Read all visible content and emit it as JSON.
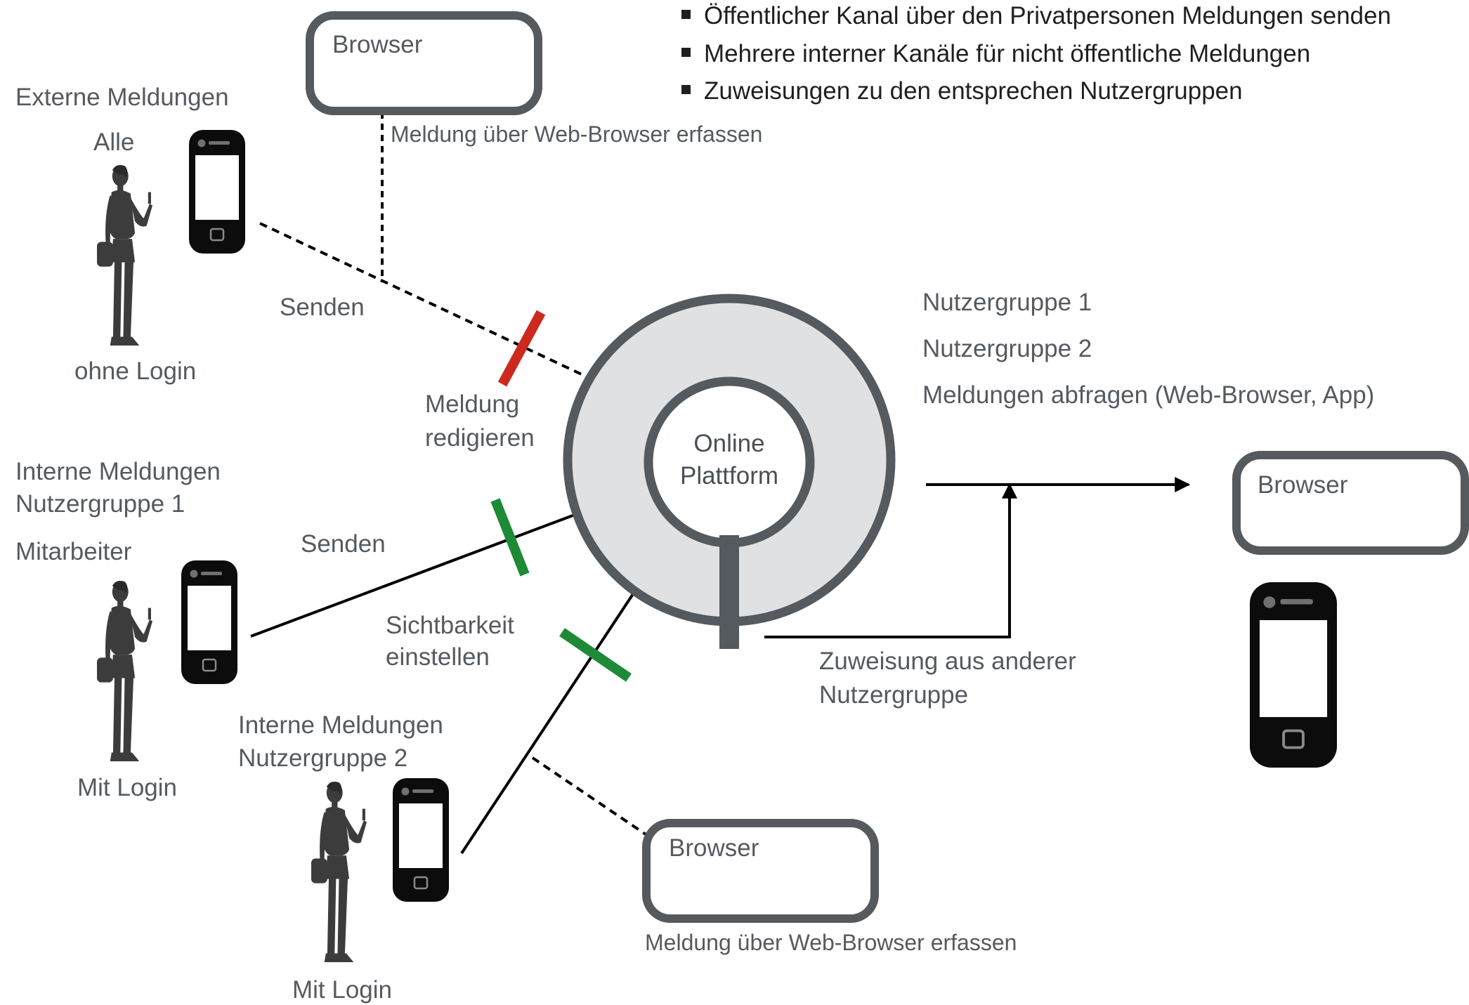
{
  "bullets": [
    "Öffentlicher Kanal über den Privatpersonen Meldungen senden",
    "Mehrere interner Kanäle für nicht öffentliche Meldungen",
    "Zuweisungen zu den entsprechen Nutzergruppen"
  ],
  "external": {
    "heading": "Externe Meldungen",
    "audience": "Alle",
    "login": "ohne Login",
    "send_label": "Senden"
  },
  "internal1": {
    "heading_line1": "Interne Meldungen",
    "heading_line2": "Nutzergruppe 1",
    "role": "Mitarbeiter",
    "login": "Mit Login",
    "send_label": "Senden"
  },
  "internal2": {
    "heading_line1": "Interne Meldungen",
    "heading_line2": "Nutzergruppe 2",
    "login": "Mit Login"
  },
  "browsers": {
    "top": {
      "label": "Browser",
      "caption": "Meldung über Web-Browser erfassen"
    },
    "bottom": {
      "label": "Browser",
      "caption": "Meldung über Web-Browser erfassen"
    },
    "right": {
      "label": "Browser"
    }
  },
  "filters": {
    "edit_line1": "Meldung",
    "edit_line2": "redigieren",
    "visibility_line1": "Sichtbarkeit",
    "visibility_line2": "einstellen"
  },
  "platform": {
    "line1": "Online",
    "line2": "Plattform"
  },
  "groups": {
    "group1": "Nutzergruppe 1",
    "group2": "Nutzergruppe 2",
    "query": "Meldungen abfragen (Web-Browser, App)"
  },
  "assignment": {
    "line1": "Zuweisung aus anderer",
    "line2": "Nutzergruppe"
  },
  "colors": {
    "outline": "#555a5f",
    "platform_fill": "#e0e1e3",
    "filter_red": "#cc2a1e",
    "filter_green": "#1e8a36",
    "phone": "#0c0c0c",
    "silhouette": "#3c3c3c"
  }
}
